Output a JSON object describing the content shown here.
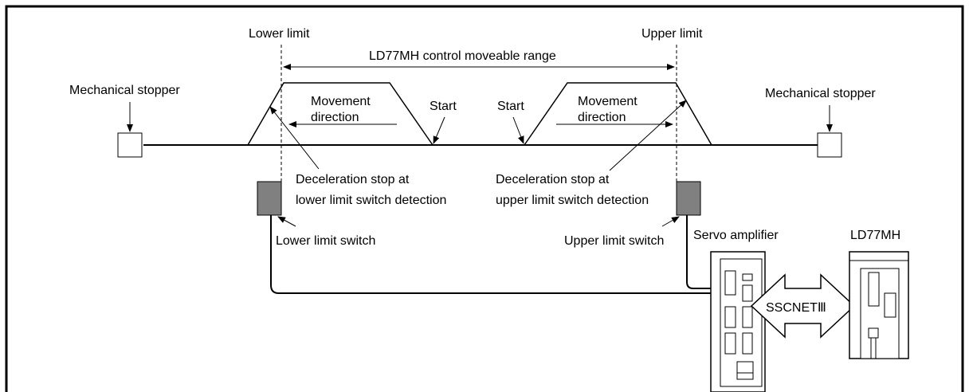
{
  "labels": {
    "lower_limit": "Lower limit",
    "upper_limit": "Upper limit",
    "range": "LD77MH control moveable range",
    "mech_stopper_left": "Mechanical stopper",
    "mech_stopper_right": "Mechanical stopper",
    "movement_left_1": "Movement",
    "movement_left_2": "direction",
    "movement_right_1": "Movement",
    "movement_right_2": "direction",
    "start_left": "Start",
    "start_right": "Start",
    "decel_lower_1": "Deceleration stop at",
    "decel_lower_2": "lower limit switch detection",
    "decel_upper_1": "Deceleration stop at",
    "decel_upper_2": "upper limit switch detection",
    "lower_switch": "Lower limit switch",
    "upper_switch": "Upper limit switch",
    "servo_amplifier": "Servo amplifier",
    "ld77mh": "LD77MH",
    "sscnet": "SSCNETⅢ"
  },
  "colors": {
    "line": "#000000",
    "switch_fill": "#808080",
    "background": "#ffffff"
  }
}
